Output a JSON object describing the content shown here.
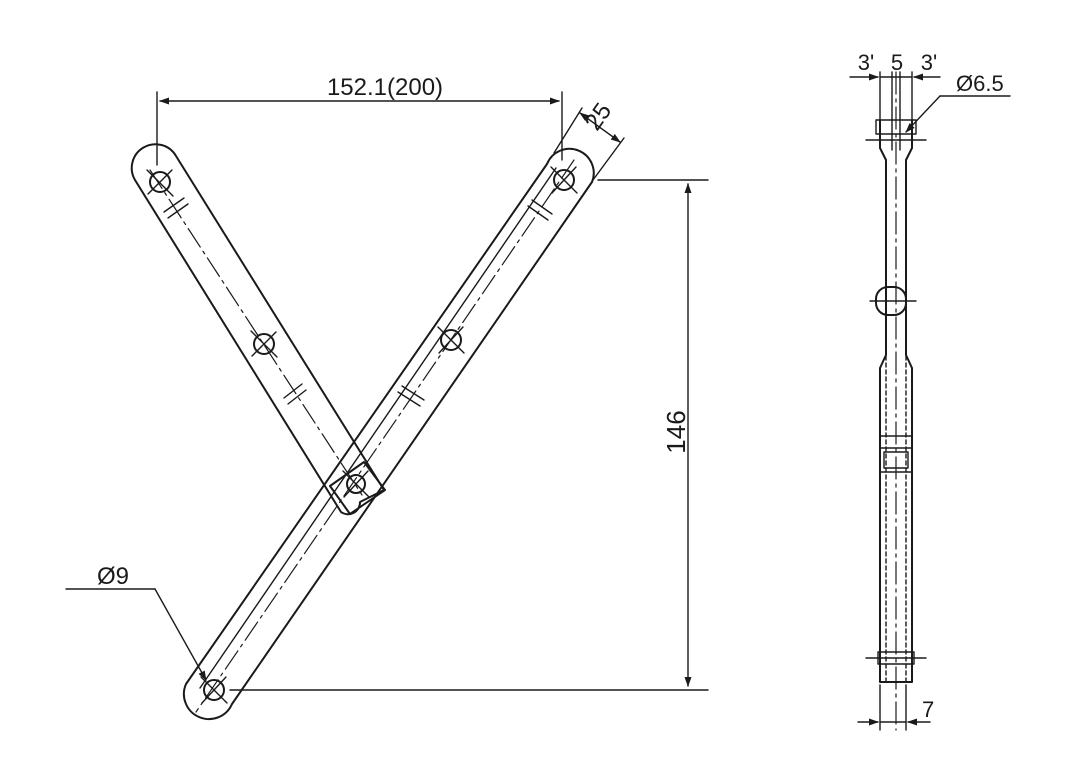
{
  "dimensions": {
    "span": "152.1(200)",
    "strip_width": "25",
    "height": "146",
    "hole_small": "Ø9",
    "hole_fork": "Ø6.5",
    "fork_left": "3'",
    "fork_middle": "5",
    "fork_right": "3'",
    "thickness": "7"
  }
}
